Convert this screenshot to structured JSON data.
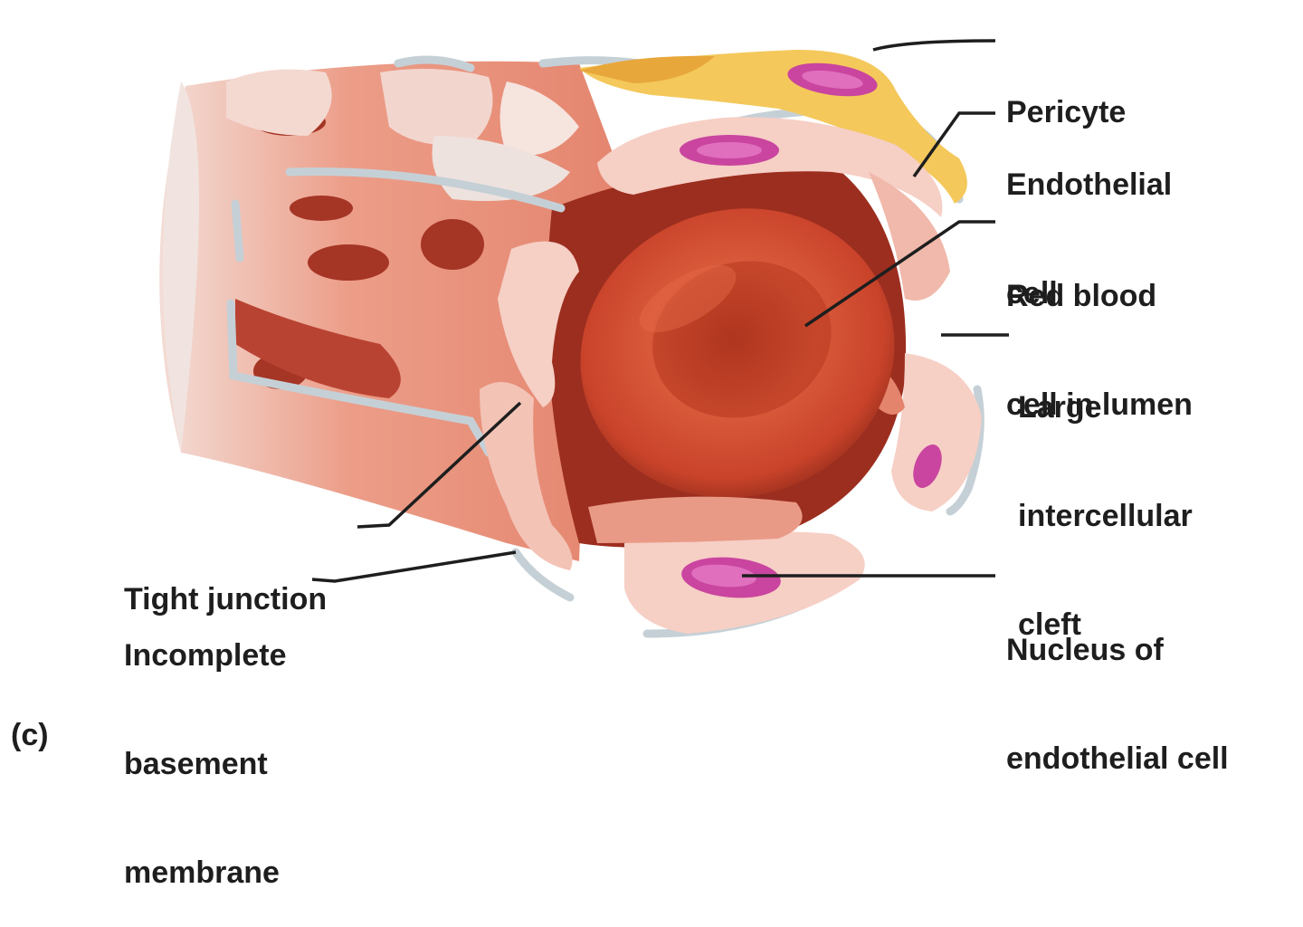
{
  "panel_letter": "(c)",
  "labels": {
    "pericyte": [
      "Pericyte"
    ],
    "endothelial_cell": [
      "Endothelial",
      "cell"
    ],
    "red_blood_cell": [
      "Red blood",
      "cell in lumen"
    ],
    "cleft": [
      "Large",
      "intercellular",
      "cleft"
    ],
    "nucleus": [
      "Nucleus of",
      "endothelial cell"
    ],
    "tight_junction": [
      "Tight junction"
    ],
    "basement_membrane": [
      "Incomplete",
      "basement",
      "membrane"
    ]
  },
  "colors": {
    "cell_tissue": "#e99a87",
    "cell_light": "#f6cfc5",
    "cell_dark": "#a83a2a",
    "rbc": "#c9432a",
    "nucleus": "#c9459f",
    "pericyte": "#f4c85a",
    "membrane": "#c9d3d8",
    "leader": "#1e1e1e"
  }
}
